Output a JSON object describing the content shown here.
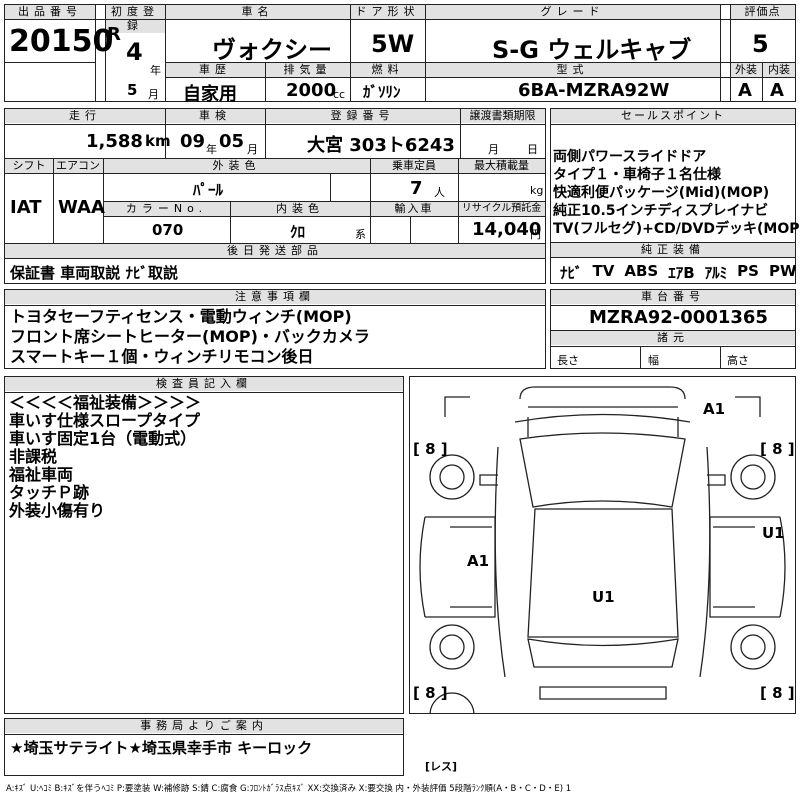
{
  "header": {
    "lot_number_label": "出品番号",
    "lot_number": "20150",
    "first_reg_label": "初度登録",
    "era": "R",
    "year": "4",
    "year_unit": "年",
    "month": "5",
    "month_unit": "月",
    "car_name_label": "車名",
    "car_name": "ヴォクシー",
    "door_label": "ドア形状",
    "door": "5W",
    "grade_label": "グレード",
    "grade": "S-G ウェルキャブ",
    "score_label": "評価点",
    "score": "5",
    "history_label": "車歴",
    "history": "自家用",
    "displacement_label": "排気量",
    "displacement": "2000",
    "displacement_unit": "cc",
    "fuel_label": "燃料",
    "fuel": "ｶﾞｿﾘﾝ",
    "model_label": "型式",
    "model": "6BA-MZRA92W",
    "exterior_label": "外装",
    "exterior": "A",
    "interior_label": "内装",
    "interior": "A"
  },
  "info": {
    "mileage_label": "走行",
    "mileage": "1,588",
    "mileage_unit": "km",
    "inspection_label": "車検",
    "insp_year": "09",
    "insp_year_unit": "年",
    "insp_month": "05",
    "insp_month_unit": "月",
    "plate_label": "登録番号",
    "plate": "大宮 303ト6243",
    "transfer_label": "譲渡書類期限",
    "transfer_month_unit": "月",
    "transfer_day_unit": "日",
    "shift_label": "シフト",
    "shift": "IAT",
    "aircon_label": "エアコン",
    "aircon": "WAA",
    "color_label": "外装色",
    "color": "ﾊﾟｰﾙ",
    "capacity_label": "乗車定員",
    "capacity": "7",
    "capacity_unit": "人",
    "load_label": "最大積載量",
    "load_unit": "kg",
    "color_no_label": "カラーNo.",
    "color_no": "070",
    "int_color_label": "内装色",
    "int_color": "ｸﾛ",
    "int_color_unit": "系",
    "import_label": "輸入車",
    "recycle_label": "リサイクル預託金",
    "recycle": "14,040",
    "recycle_unit": "円"
  },
  "sales": {
    "label": "セールスポイント",
    "lines": [
      "両側パワースライドドア",
      "タイプ１・車椅子１名仕様",
      "快適利便パッケージ(Mid)(MOP)",
      "純正10.5インチディスプレイナビ",
      "TV(フルセグ)+CD/DVDデッキ(MOP)"
    ]
  },
  "equipment": {
    "label": "純正装備",
    "items": [
      "ﾅﾋﾞ",
      "TV",
      "ABS",
      "ｴｱB",
      "ｱﾙﾐ",
      "PS",
      "PW"
    ]
  },
  "delivery": {
    "label": "後日発送部品",
    "text": "保証書 車両取説 ﾅﾋﾞ取説"
  },
  "notes": {
    "label": "注意事項欄",
    "lines": [
      "トヨタセーフティセンス・電動ウィンチ(MOP)",
      "フロント席シートヒーター(MOP)・バックカメラ",
      "スマートキー１個・ウィンチリモコン後日"
    ]
  },
  "chassis": {
    "label": "車台番号",
    "number": "MZRA92-0001365",
    "spec_label": "諸元",
    "length_label": "長さ",
    "width_label": "幅",
    "height_label": "高さ"
  },
  "inspector": {
    "label": "検査員記入欄",
    "lines": [
      "＜＜＜＜福祉装備＞＞＞＞",
      "車いす仕様スロープタイプ",
      "車いす固定1台（電動式）",
      "非課税",
      "福祉車両",
      "タッチＰ跡",
      "外装小傷有り"
    ]
  },
  "diagram": {
    "marks": {
      "top_right": "A1",
      "left_side": "A1",
      "right_side": "U1",
      "center": "U1"
    },
    "tires": {
      "fl": "[ 8 ]",
      "fr": "[ 8 ]",
      "rl": "[ 8 ]",
      "rr": "[ 8 ]",
      "spare": "[レス]"
    }
  },
  "office": {
    "label": "事務局よりご案内",
    "text": "★埼玉サテライト★埼玉県幸手市 キーロック"
  },
  "legend": "A:ｷｽﾞ U:ﾍｺﾐ B:ｷｽﾞを伴うﾍｺﾐ P:要塗装 W:補修跡 S:錆 C:腐食 G:ﾌﾛﾝﾄｶﾞﾗｽ点ｷｽﾞ XX:交換済み X:要交換  内・外装評価 5段階ﾗﾝｸ順(A・B・C・D・E) 1"
}
